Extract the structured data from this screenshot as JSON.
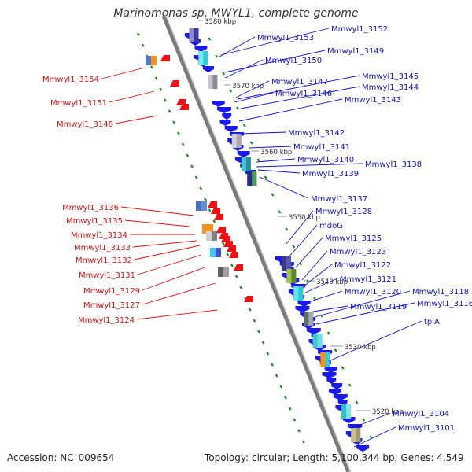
{
  "title": "Marinomonas sp. MWYL1, complete genome",
  "accession_text": "Accession: NC_009654",
  "summary_text": "Topology: circular; Length: 5,100,344 bp; Genes: 4,549",
  "colors": {
    "right_labels": "#1010cc",
    "left_labels": "#dd1111",
    "forward_gene": "#1a1aee",
    "reverse_gene": "#ee1111",
    "backbone": "#7a7a7a",
    "dots": "#1a8a1a"
  },
  "kbp_ticks": [
    "3580 kbp",
    "3570 kbp",
    "3560 kbp",
    "3550 kbp",
    "3540 kbp",
    "3530 kbp",
    "3520 kbp"
  ],
  "right_labels": [
    "Mmwyl1_3152",
    "Mmwyl1_3153",
    "Mmwyl1_3149",
    "Mmwyl1_3150",
    "Mmwyl1_3147",
    "Mmwyl1_3145",
    "Mmwyl1_3144",
    "Mmwyl1_3146",
    "Mmwyl1_3143",
    "Mmwyl1_3142",
    "Mmwyl1_3141",
    "Mmwyl1_3140",
    "Mmwyl1_3138",
    "Mmwyl1_3139",
    "Mmwyl1_3137",
    "Mmwyl1_3128",
    "mdoG",
    "Mmwyl1_3125",
    "Mmwyl1_3123",
    "Mmwyl1_3122",
    "Mmwyl1_3121",
    "Mmwyl1_3120",
    "Mmwyl1_3118",
    "Mmwyl1_3116",
    "Mmwyl1_3119",
    "tpiA",
    "Mmwyl1_3104",
    "Mmwyl1_3101"
  ],
  "left_labels": [
    "Mmwyl1_3154",
    "Mmwyl1_3151",
    "Mmwyl1_3148",
    "Mmwyl1_3136",
    "Mmwyl1_3135",
    "Mmwyl1_3134",
    "Mmwyl1_3133",
    "Mmwyl1_3132",
    "Mmwyl1_3131",
    "Mmwyl1_3129",
    "Mmwyl1_3127",
    "Mmwyl1_3124"
  ]
}
